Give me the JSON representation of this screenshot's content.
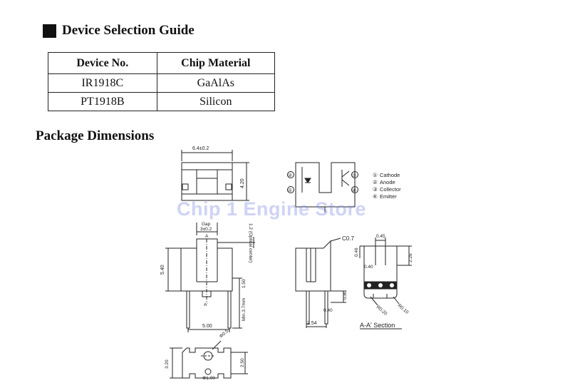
{
  "selection_guide": {
    "title": "Device Selection Guide",
    "headers": [
      "Device No.",
      "Chip Material"
    ],
    "rows": [
      [
        "IR1918C",
        "GaAlAs"
      ],
      [
        "PT1918B",
        "Silicon"
      ]
    ]
  },
  "package": {
    "title": "Package Dimensions",
    "dims": {
      "top_width": "6.4±0.2",
      "top_height": "4.20",
      "gap_label": "Gap",
      "gap_value": "3±0.2",
      "optical_center": "1.2 (Optical center)",
      "body_height": "5.40",
      "lead_offset": "1.50",
      "lead_length": "Min.3.7mm",
      "lead_span": "5.00",
      "section_a": "A",
      "section_a_prime": "A'",
      "chamfer": "C0.7",
      "side_lead_depth": "0.80",
      "side_lead_width": "0.40",
      "side_pitch": "2.54",
      "sec_045": "0.45",
      "sec_046": "0.46",
      "sec_040": "0.40",
      "sec_226": "2.26",
      "sec_r020": "R0.20",
      "sec_r010": "R0.10",
      "section_title": "A-A' Section",
      "bottom_dia": "Φ0.5",
      "bottom_320": "3.20",
      "bottom_250": "2.50",
      "bottom_100": "Φ1.00"
    },
    "pins": [
      {
        "num": "①",
        "name": "Cathode"
      },
      {
        "num": "②",
        "name": "Anode"
      },
      {
        "num": "③",
        "name": "Collector"
      },
      {
        "num": "④",
        "name": "Emitter"
      }
    ],
    "schematic_nums": [
      "②",
      "①",
      "③",
      "④"
    ]
  },
  "watermark": "Chip 1 Engine Store"
}
